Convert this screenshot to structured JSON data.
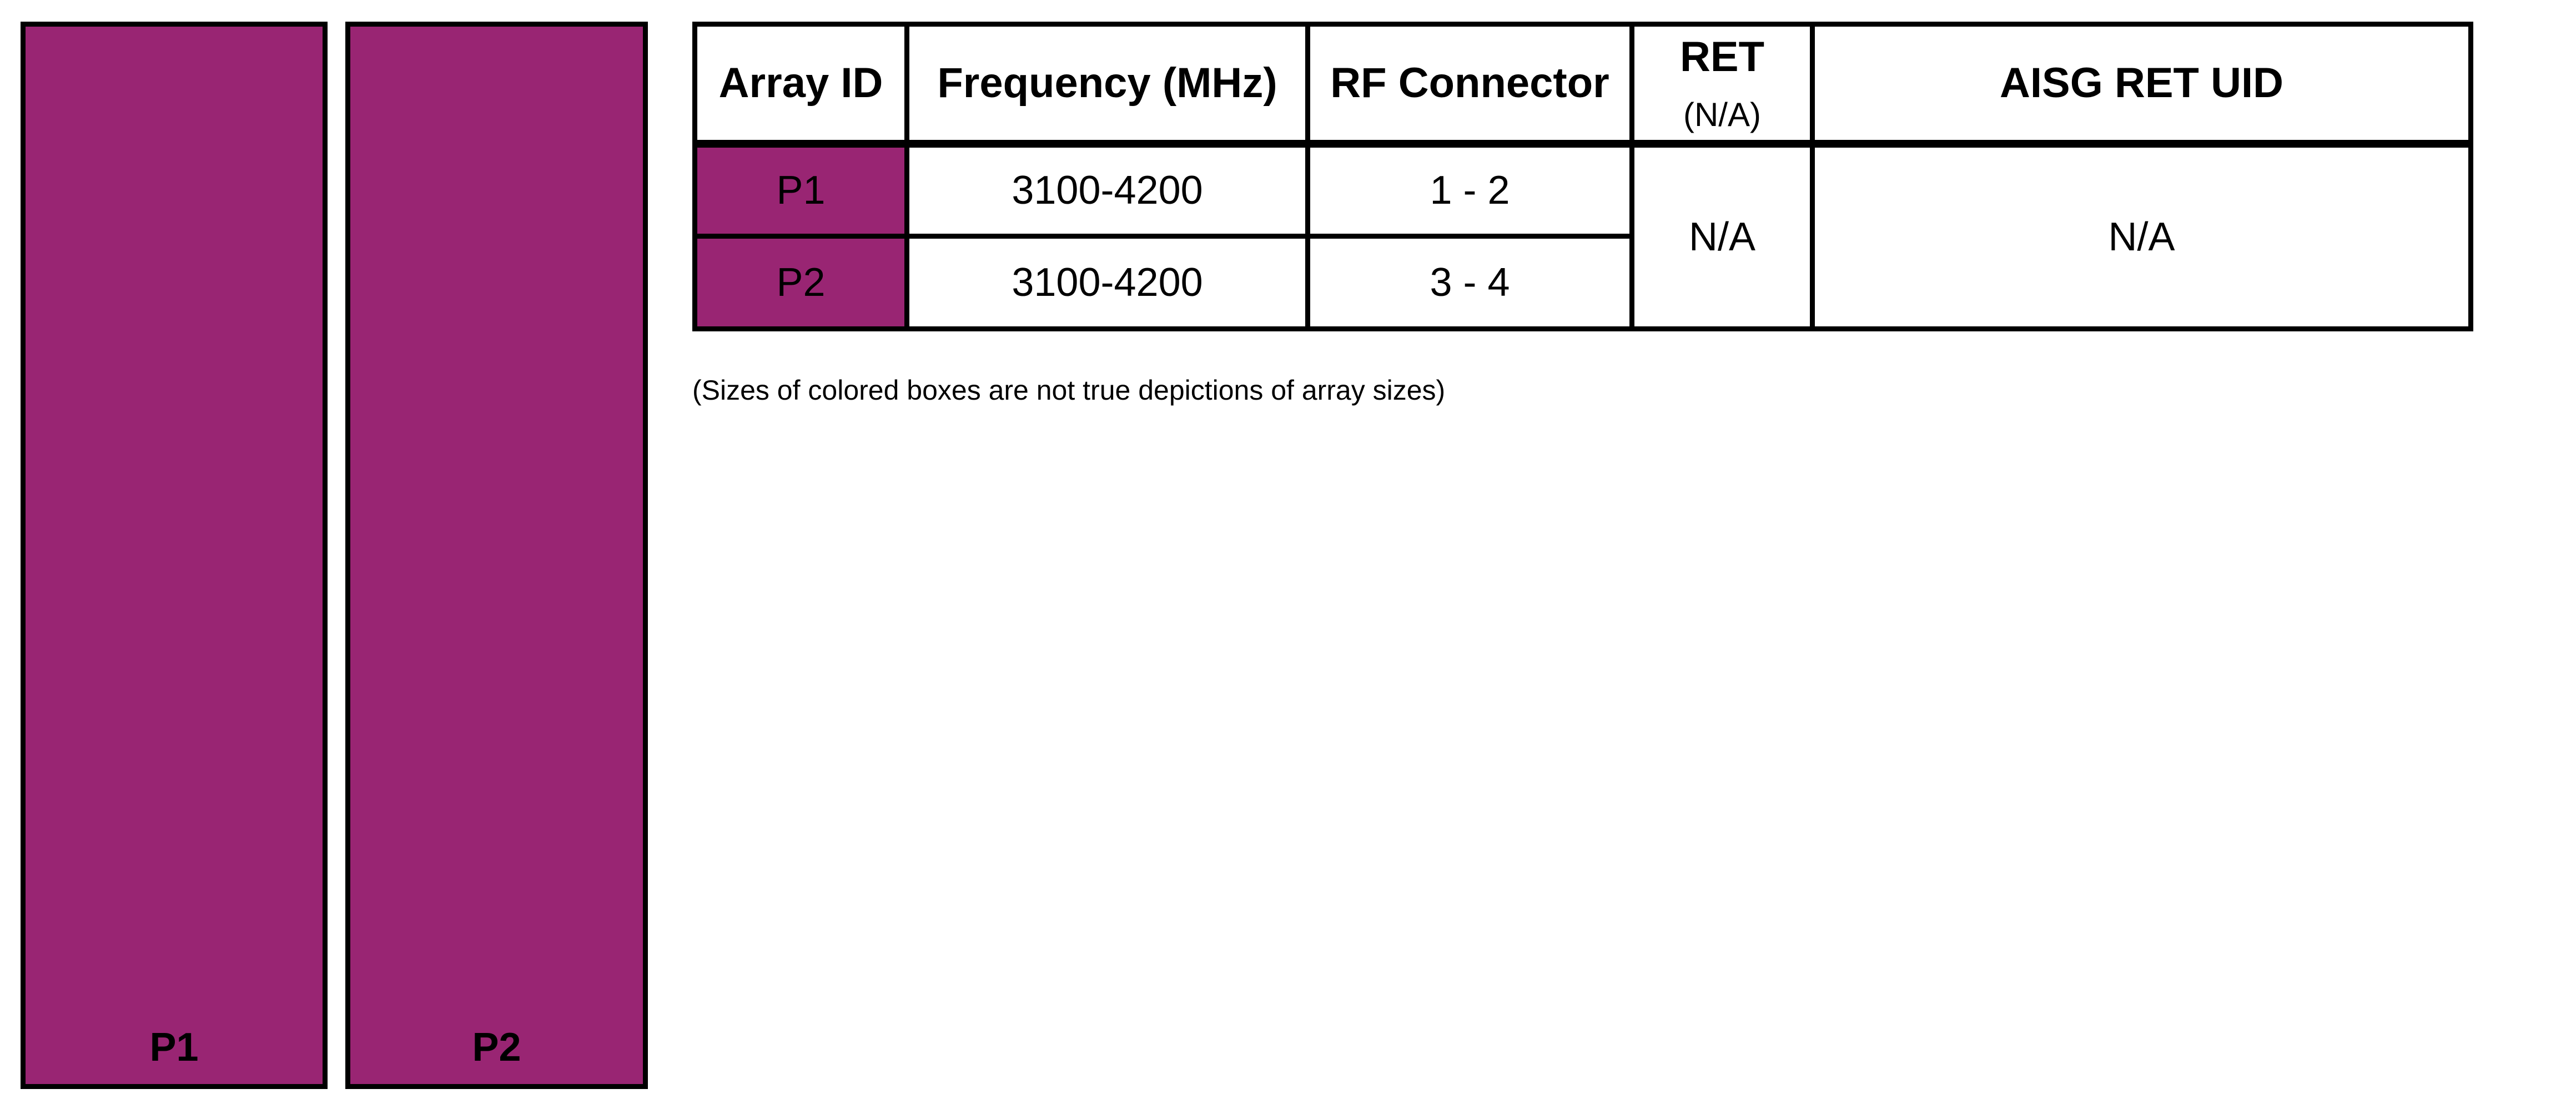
{
  "colors": {
    "array_fill": "#992573",
    "border": "#000000"
  },
  "array_boxes": [
    {
      "label": "P1"
    },
    {
      "label": "P2"
    }
  ],
  "table": {
    "headers": {
      "array_id": "Array ID",
      "frequency": "Frequency (MHz)",
      "rf_connector": "RF Connector",
      "ret": "RET",
      "ret_sub": "(N/A)",
      "aisg_ret_uid": "AISG RET UID"
    },
    "rows": [
      {
        "array_id": "P1",
        "frequency": "3100-4200",
        "rf_connector": "1 - 2"
      },
      {
        "array_id": "P2",
        "frequency": "3100-4200",
        "rf_connector": "3 - 4"
      }
    ],
    "ret_value": "N/A",
    "aisg_ret_uid_value": "N/A"
  },
  "note": "(Sizes of colored boxes are not true depictions of array sizes)"
}
